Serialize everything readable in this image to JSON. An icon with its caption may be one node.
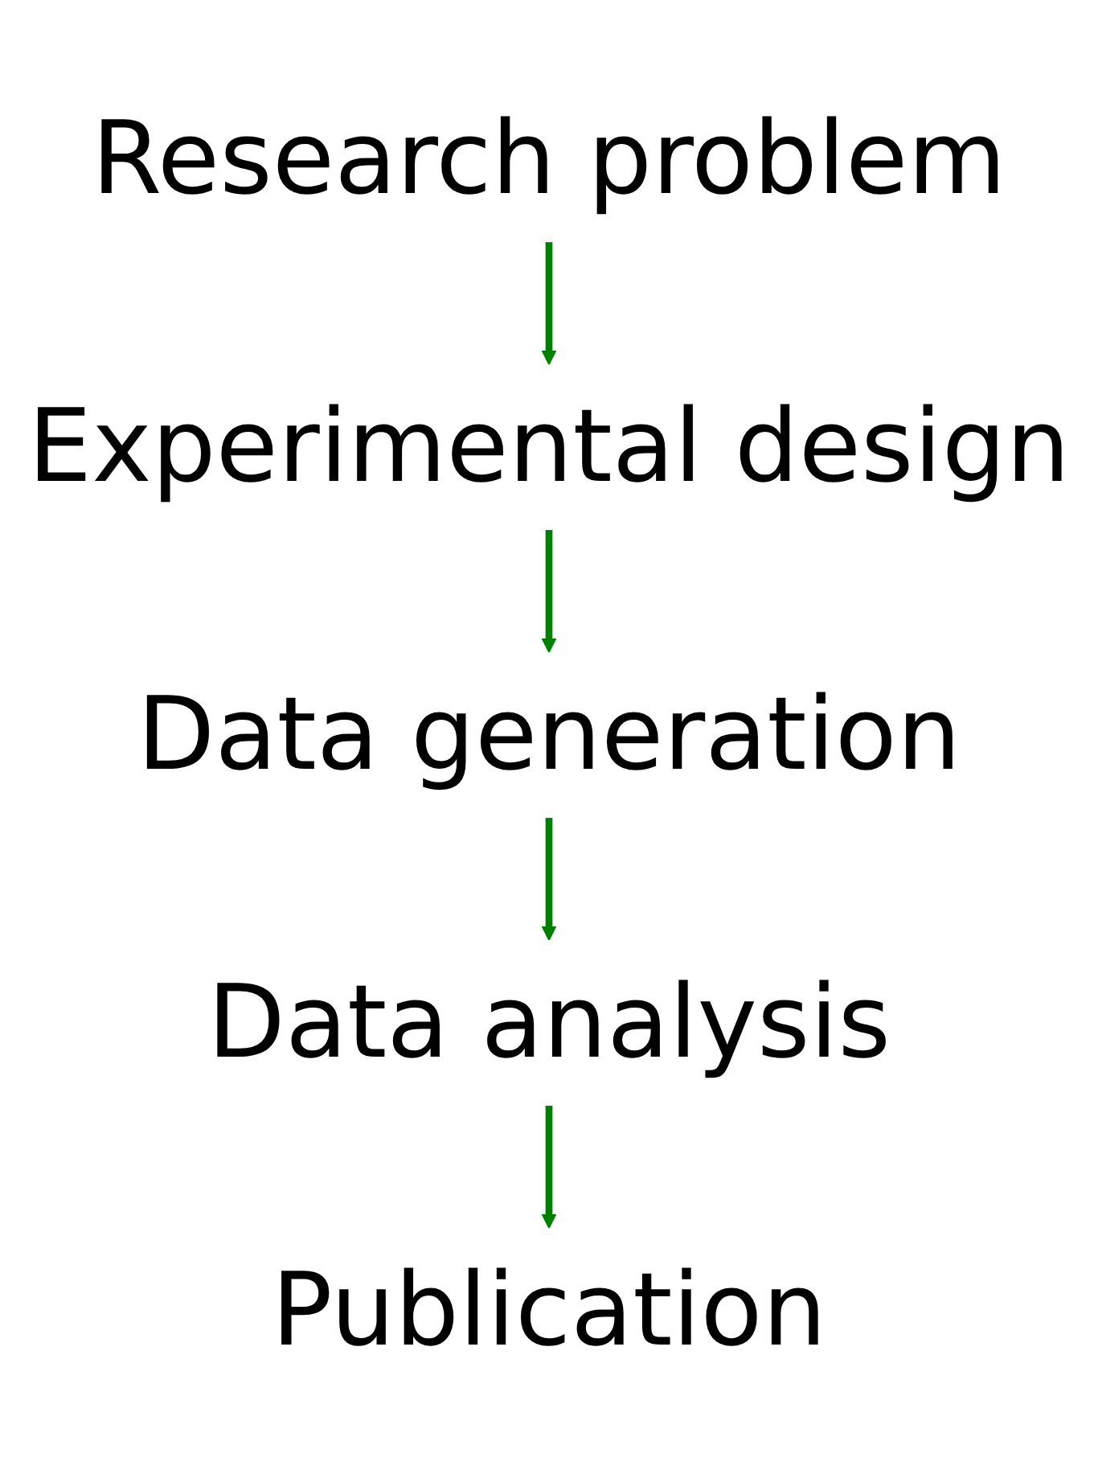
{
  "diagram": {
    "nodes": [
      {
        "text": [
          "Research problem"
        ]
      },
      {
        "text": [
          "Experimental design"
        ]
      },
      {
        "text": [
          "Data generation"
        ]
      },
      {
        "text": [
          "Data analysis"
        ]
      },
      {
        "text": [
          "Publication"
        ]
      }
    ],
    "edges": [
      {
        "from": 0,
        "to": 1,
        "arrow": "to"
      },
      {
        "from": 1,
        "to": 2,
        "arrow": "to"
      },
      {
        "from": 2,
        "to": 3,
        "arrow": "to"
      },
      {
        "from": 3,
        "to": 4,
        "arrow": "to"
      }
    ]
  }
}
